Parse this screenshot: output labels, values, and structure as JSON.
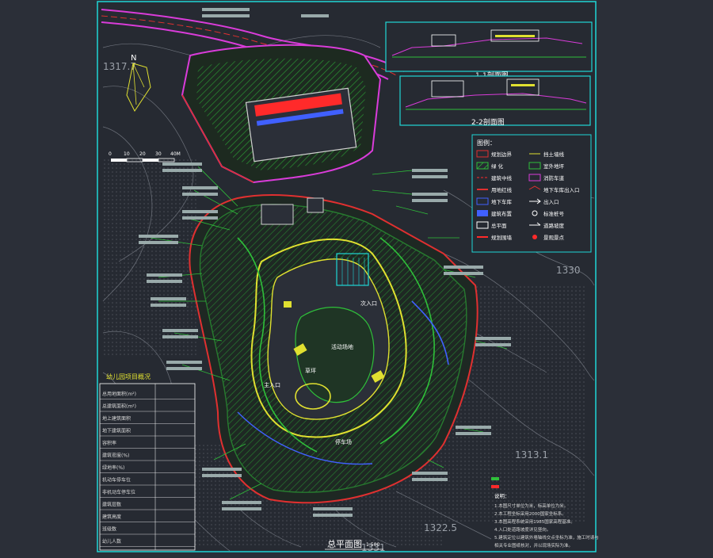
{
  "colors": {
    "background": "#2b2f38",
    "frame": "#1fd6d6",
    "contour": "#8a8f99",
    "road": "#d93cd9",
    "boundary": "#e03030",
    "building": "#e0e030",
    "green": "#2fbf3a",
    "label": "#ffffff",
    "accent_red": "#ff2a2a"
  },
  "drawing": {
    "title": "总平面图",
    "scale": "1:500",
    "north_label": "N",
    "scale_bar_ticks": [
      "0",
      "10",
      "20",
      "30",
      "40M"
    ]
  },
  "elevations": {
    "top_left": "1317.7",
    "right_1330": "1330",
    "right_1313": "1313.1",
    "bottom_1322": "1322.5",
    "bottom_1331": "1331"
  },
  "sections": [
    {
      "id": "section-1-1",
      "title": "1-1剖面图"
    },
    {
      "id": "section-2-2",
      "title": "2-2剖面图"
    }
  ],
  "legend": {
    "title": "图例：",
    "items_left": [
      "规划边界",
      "绿    化",
      "建筑中线",
      "用地红线",
      "地下车库",
      "建筑布置",
      "总平面",
      "规划围墙"
    ],
    "items_right": [
      "挡土墙线",
      "室外地坪",
      "消防车道",
      "地下车库出入口",
      "出入口",
      "标准桩号",
      "道路坡度",
      "景观景点"
    ]
  },
  "table": {
    "title": "幼儿园项目概况",
    "rows": [
      {
        "label": "总用地面积(m²)",
        "value": ""
      },
      {
        "label": "总建筑面积(m²)",
        "value": ""
      },
      {
        "label": "地上建筑面积",
        "value": ""
      },
      {
        "label": "地下建筑面积",
        "value": ""
      },
      {
        "label": "容积率",
        "value": ""
      },
      {
        "label": "建筑密度(%)",
        "value": ""
      },
      {
        "label": "绿地率(%)",
        "value": ""
      },
      {
        "label": "机动车停车位",
        "value": ""
      },
      {
        "label": "非机动车停车位",
        "value": ""
      },
      {
        "label": "建筑层数",
        "value": ""
      },
      {
        "label": "建筑高度",
        "value": ""
      },
      {
        "label": "班级数",
        "value": ""
      },
      {
        "label": "幼儿人数",
        "value": ""
      }
    ]
  },
  "notes": {
    "title": "说明：",
    "lines": [
      "1.本图尺寸单位为米，标高单位为米。",
      "2.本工程坐标采用2000国家坐标系。",
      "3.本图高程系统采用1985国家高程基准。",
      "4.入口处道路坡度详见竖向。",
      "5.建筑定位以建筑外墙轴线交点坐标为准，施工时请与",
      "  相关专业图纸核对，并以现场实际为准。"
    ]
  },
  "site_labels": {
    "entry_main": "主入口",
    "entry_secondary": "次入口",
    "playground": "活动场地",
    "lawn": "草坪",
    "parking": "停车场"
  }
}
